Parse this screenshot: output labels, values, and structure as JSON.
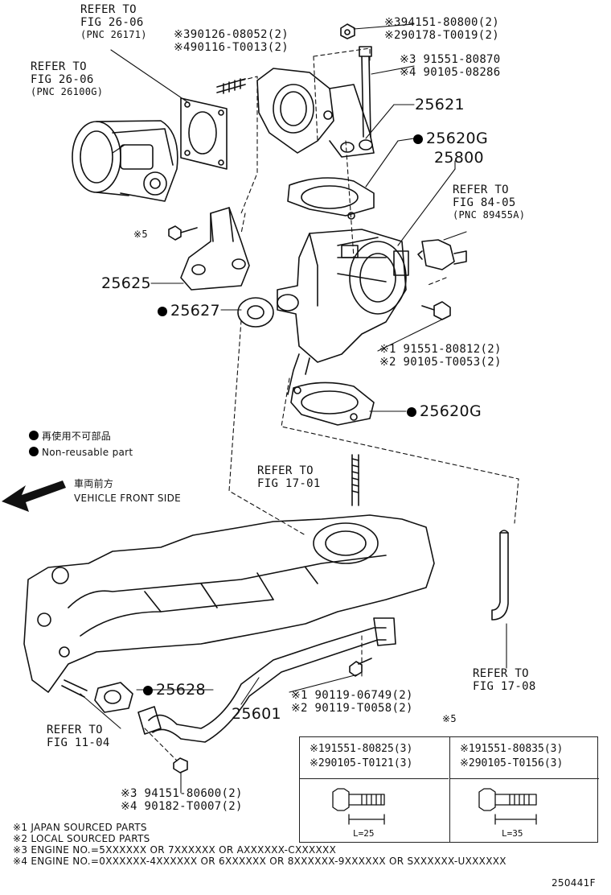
{
  "refs": {
    "r1": {
      "title": "REFER TO",
      "fig": "FIG 26-06",
      "pnc": "(PNC 26171)"
    },
    "r2": {
      "title": "REFER TO",
      "fig": "FIG 26-06",
      "pnc": "(PNC 26100G)"
    },
    "r3": {
      "title": "REFER TO",
      "fig": "FIG 84-05",
      "pnc": "(PNC 89455A)"
    },
    "r4": {
      "title": "REFER TO",
      "fig": "FIG 17-01"
    },
    "r5": {
      "title": "REFER TO",
      "fig": "FIG 17-08"
    },
    "r6": {
      "title": "REFER TO",
      "fig": "FIG 11-04"
    }
  },
  "parts": {
    "p1a": "※394151-80800(2)",
    "p1b": "※290178-T0019(2)",
    "p2a": "※390126-08052(2)",
    "p2b": "※490116-T0013(2)",
    "p3a": "※3 91551-80870",
    "p3b": "※4 90105-08286",
    "p4a": "※1 91551-80812(2)",
    "p4b": "※2 90105-T0053(2)",
    "p5a": "※1 90119-06749(2)",
    "p5b": "※2 90119-T0058(2)",
    "p6a": "※3 94151-80600(2)",
    "p6b": "※4 90182-T0007(2)",
    "x5": "※5"
  },
  "numbers": {
    "n25621": "25621",
    "n25620g_top": "25620G",
    "n25800": "25800",
    "n25625": "25625",
    "n25627": "25627",
    "n25620g_bottom": "25620G",
    "n25628": "25628",
    "n25601": "25601"
  },
  "legend": {
    "jp": "再使用不可部品",
    "en": "Non-reusable part",
    "front_jp": "車両前方",
    "front_en": "VEHICLE FRONT SIDE"
  },
  "table": {
    "left": {
      "a": "※191551-80825(3)",
      "b": "※290105-T0121(3)",
      "len": "L=25"
    },
    "right": {
      "a": "※191551-80835(3)",
      "b": "※290105-T0156(3)",
      "len": "L=35"
    }
  },
  "footnotes": [
    "※1 JAPAN SOURCED PARTS",
    "※2 LOCAL SOURCED PARTS",
    "※3 ENGINE NO.=5XXXXXX OR 7XXXXXX OR AXXXXXX-CXXXXXX",
    "※4 ENGINE NO.=0XXXXXX-4XXXXXX OR 6XXXXXX OR 8XXXXXX-9XXXXXX OR SXXXXXX-UXXXXXX"
  ],
  "code": "250441F"
}
